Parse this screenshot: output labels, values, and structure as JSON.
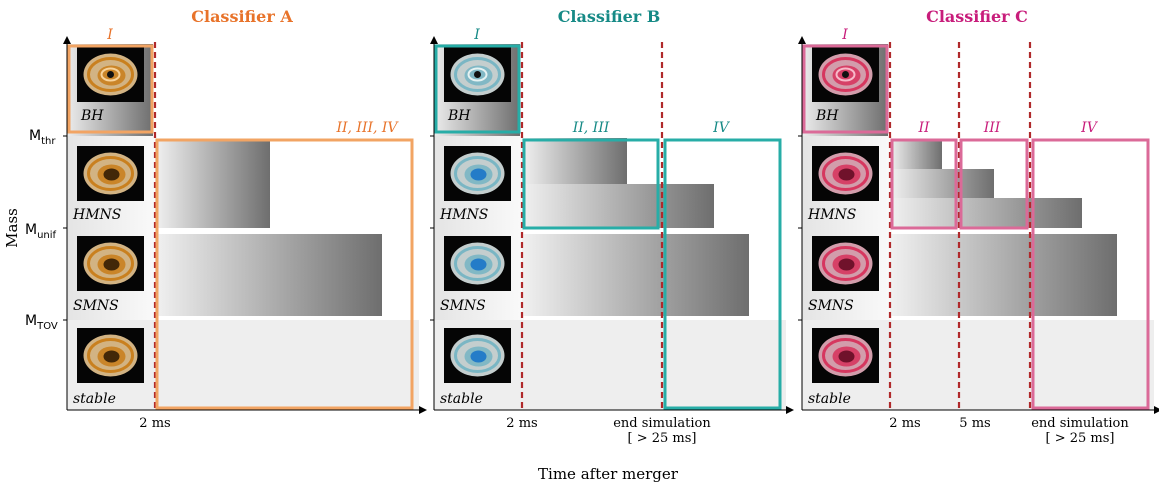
{
  "figure": {
    "y_axis_label": "Mass",
    "x_axis_label": "Time after merger",
    "mass_ticks": [
      {
        "base": "M",
        "sub": "thr"
      },
      {
        "base": "M",
        "sub": "unif"
      },
      {
        "base": "M",
        "sub": "TOV"
      }
    ]
  },
  "remnants": [
    "BH",
    "HMNS",
    "SMNS",
    "stable"
  ],
  "panels": [
    {
      "title": "Classifier A",
      "color": "#e8732a",
      "box_color": "#f2a463",
      "thumb_palette": [
        "#f7d29a",
        "#c9801f",
        "#3a2206"
      ],
      "time_labels": [
        {
          "text": "2 ms"
        }
      ],
      "class_labels": [
        "I",
        "II, III, IV"
      ]
    },
    {
      "title": "Classifier B",
      "color": "#168a86",
      "box_color": "#27ada7",
      "thumb_palette": [
        "#e6f2f2",
        "#7ab6c4",
        "#1f78c8"
      ],
      "time_labels": [
        {
          "text": "2 ms"
        },
        {
          "text": "end simulation",
          "sub": "[ > 25 ms]"
        }
      ],
      "class_labels": [
        "I",
        "II, III",
        "IV"
      ]
    },
    {
      "title": "Classifier C",
      "color": "#c81d7b",
      "box_color": "#db6a98",
      "thumb_palette": [
        "#f7b9c9",
        "#d6375f",
        "#6a1028"
      ],
      "time_labels": [
        {
          "text": "2 ms"
        },
        {
          "text": "5 ms"
        },
        {
          "text": "end simulation",
          "sub": "[ > 25 ms]"
        }
      ],
      "class_labels": [
        "I",
        "II",
        "III",
        "IV"
      ]
    }
  ]
}
